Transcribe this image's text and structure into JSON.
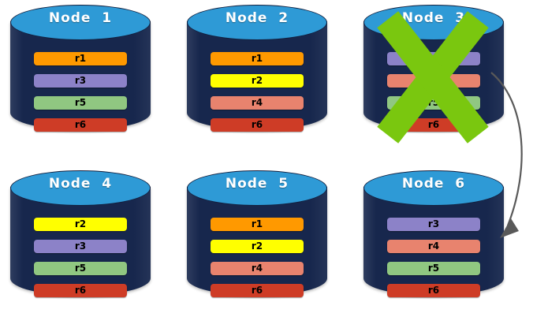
{
  "diagram": {
    "title_prefix": "Node",
    "record_colors": {
      "r1": "#FF9900",
      "r2": "#FFFF00",
      "r3": "#8C82C8",
      "r4": "#E8836E",
      "r5": "#90C781",
      "r6": "#CE3C26"
    },
    "palette": {
      "cylinder_body": "#17274d",
      "cylinder_top": "#2e9ad6",
      "title_text": "#ffffff",
      "record_text": "#000000",
      "failure_cross": "#7ac70f",
      "arrow": "#595959",
      "background": "#ffffff"
    },
    "nodes": [
      {
        "title": "Node  1",
        "failed": false,
        "records": [
          {
            "label": "r1",
            "color": "#FF9900"
          },
          {
            "label": "r3",
            "color": "#8C82C8"
          },
          {
            "label": "r5",
            "color": "#90C781"
          },
          {
            "label": "r6",
            "color": "#CE3C26"
          }
        ]
      },
      {
        "title": "Node  2",
        "failed": false,
        "records": [
          {
            "label": "r1",
            "color": "#FF9900"
          },
          {
            "label": "r2",
            "color": "#FFFF00"
          },
          {
            "label": "r4",
            "color": "#E8836E"
          },
          {
            "label": "r6",
            "color": "#CE3C26"
          }
        ]
      },
      {
        "title": "Node  3",
        "failed": true,
        "records": [
          {
            "label": "r3",
            "color": "#8C82C8"
          },
          {
            "label": "r4",
            "color": "#E8836E"
          },
          {
            "label": "r5",
            "color": "#90C781"
          },
          {
            "label": "r6",
            "color": "#CE3C26"
          }
        ]
      },
      {
        "title": "Node  4",
        "failed": false,
        "records": [
          {
            "label": "r2",
            "color": "#FFFF00"
          },
          {
            "label": "r3",
            "color": "#8C82C8"
          },
          {
            "label": "r5",
            "color": "#90C781"
          },
          {
            "label": "r6",
            "color": "#CE3C26"
          }
        ]
      },
      {
        "title": "Node  5",
        "failed": false,
        "records": [
          {
            "label": "r1",
            "color": "#FF9900"
          },
          {
            "label": "r2",
            "color": "#FFFF00"
          },
          {
            "label": "r4",
            "color": "#E8836E"
          },
          {
            "label": "r6",
            "color": "#CE3C26"
          }
        ]
      },
      {
        "title": "Node  6",
        "failed": false,
        "records": [
          {
            "label": "r3",
            "color": "#8C82C8"
          },
          {
            "label": "r4",
            "color": "#E8836E"
          },
          {
            "label": "r5",
            "color": "#90C781"
          },
          {
            "label": "r6",
            "color": "#CE3C26"
          }
        ]
      }
    ],
    "layout": {
      "columns": 3,
      "rows": 2,
      "column_x": [
        13,
        237,
        461
      ],
      "row_y": [
        6,
        216
      ]
    },
    "annotations": [
      {
        "name": "failover-arrow",
        "from_node": "Node  3",
        "to_node": "Node  6",
        "icon": "curved-arrow-icon"
      }
    ]
  }
}
